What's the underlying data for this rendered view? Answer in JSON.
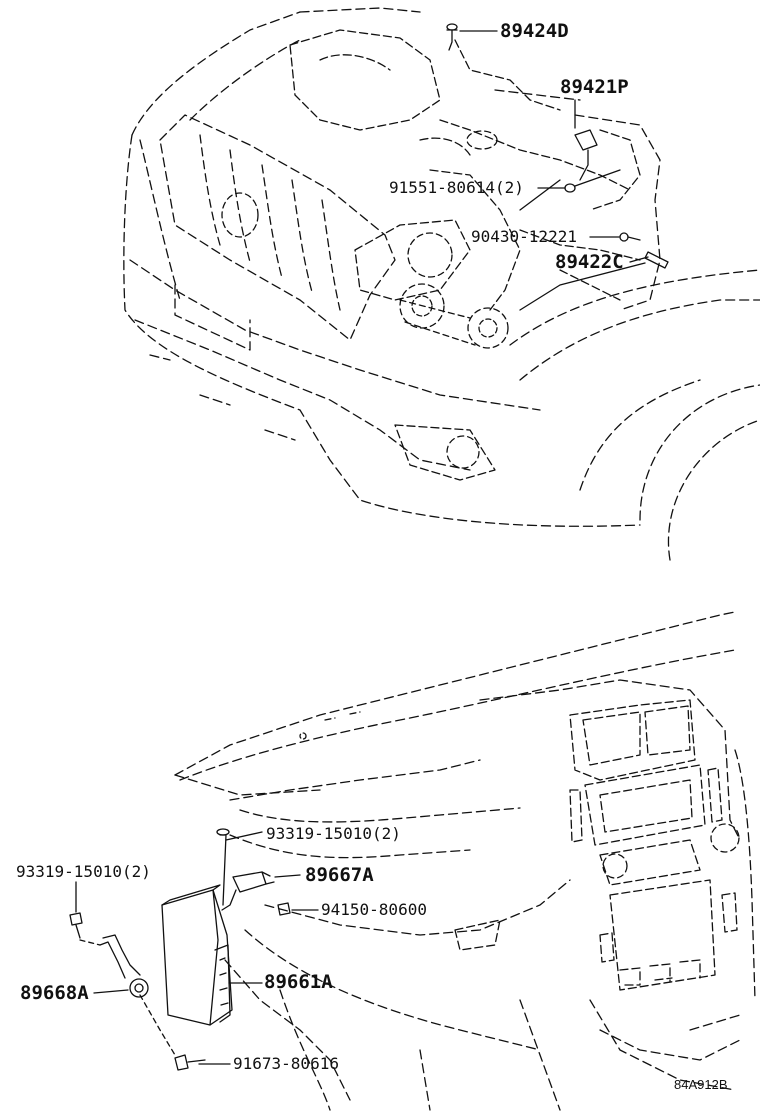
{
  "callouts": {
    "p89424D": "89424D",
    "p89421P": "89421P",
    "p91551": "91551-80614(2)",
    "p90430": "90430-12221",
    "p89422C": "89422C",
    "p93319_right": "93319-15010(2)",
    "p93319_left": "93319-15010(2)",
    "p89667A": "89667A",
    "p94150": "94150-80600",
    "p89661A": "89661A",
    "p89668A": "89668A",
    "p91673": "91673-80616"
  },
  "figure_ref": "84A912B",
  "colors": {
    "line": "#111111",
    "background": "#ffffff"
  }
}
